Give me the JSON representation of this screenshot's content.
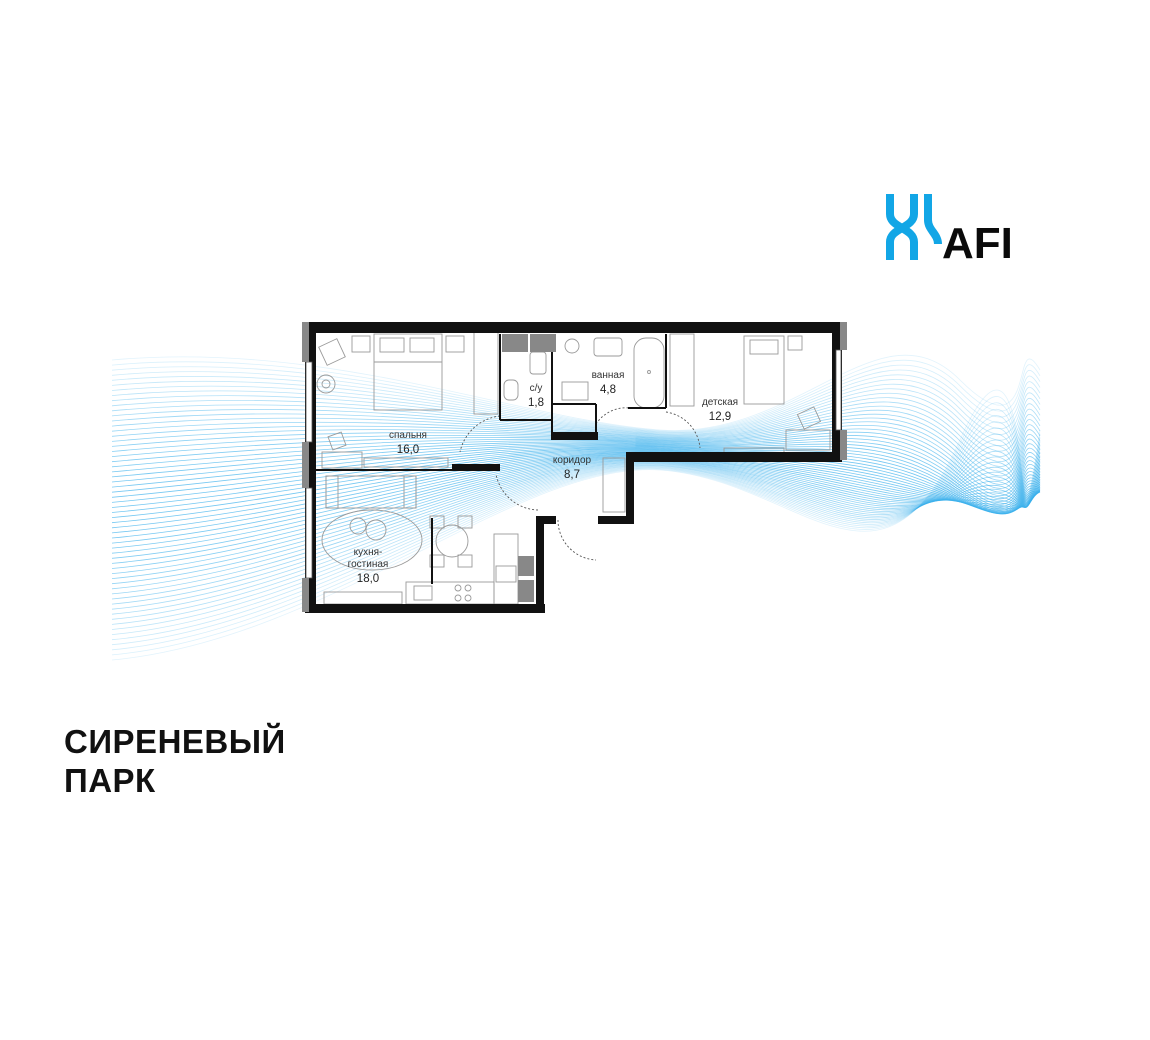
{
  "brand": {
    "logo_text": "AFI",
    "accent_color": "#12a6e6",
    "wave_color": "#3ab0ec"
  },
  "project": {
    "title_line1": "СИРЕНЕВЫЙ",
    "title_line2": "ПАРК"
  },
  "rooms": [
    {
      "id": "bedroom",
      "name": "спальня",
      "area": "16,0"
    },
    {
      "id": "wc",
      "name": "с/у",
      "area": "1,8"
    },
    {
      "id": "bathroom",
      "name": "ванная",
      "area": "4,8"
    },
    {
      "id": "kids",
      "name": "детская",
      "area": "12,9"
    },
    {
      "id": "corridor",
      "name": "коридор",
      "area": "8,7"
    },
    {
      "id": "kitchen",
      "name": "кухня-",
      "name2": "гостиная",
      "area": "18,0"
    }
  ]
}
